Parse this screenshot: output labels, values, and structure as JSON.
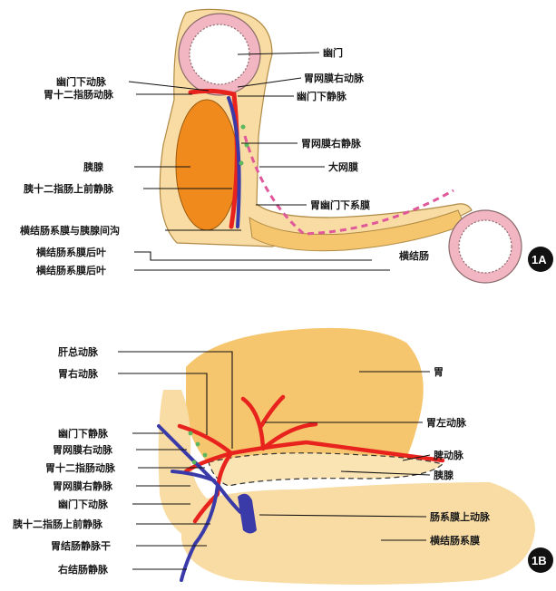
{
  "figure_a": {
    "badge": "1A",
    "labels": {
      "pylorus": "幽门",
      "inf_pyloric_artery": "幽门下动脉",
      "gastroduodenal_artery": "胃十二指肠动脉",
      "right_gastroepiploic_artery": "胃网膜右动脉",
      "inf_pyloric_vein": "幽门下静脉",
      "right_gastroepiploic_vein": "胃网膜右静脉",
      "pancreas": "胰腺",
      "greater_omentum": "大网膜",
      "aspd_vein": "胰十二指肠上前静脉",
      "gastropyloric_mesentery": "胃幽门下系膜",
      "mesocolon_pancreas_groove": "横结肠系膜与胰腺间沟",
      "transverse_colon": "横结肠",
      "mesocolon_post_leaf_1": "横结肠系膜后叶",
      "mesocolon_post_leaf_2": "横结肠系膜后叶"
    }
  },
  "figure_b": {
    "badge": "1B",
    "labels": {
      "common_hepatic_artery": "肝总动脉",
      "right_gastric_artery": "胃右动脉",
      "stomach": "胃",
      "left_gastric_artery": "胃左动脉",
      "inf_pyloric_vein": "幽门下静脉",
      "right_gastroepiploic_artery": "胃网膜右动脉",
      "gastroduodenal_artery": "胃十二指肠动脉",
      "right_gastroepiploic_vein": "胃网膜右静脉",
      "inf_pyloric_artery": "幽门下动脉",
      "aspd_vein": "胰十二指肠上前静脉",
      "gastrocolic_trunk": "胃结肠静脉干",
      "right_colic_vein": "右结肠静脉",
      "splenic_artery": "脾动脉",
      "pancreas": "胰腺",
      "sma": "肠系膜上动脉",
      "transverse_mesocolon": "横结肠系膜"
    }
  },
  "colors": {
    "artery": "#e8231e",
    "vein": "#3a3aa8",
    "fat": "#f6c66e",
    "fat_light": "#f9dca4",
    "pancreas": "#f08a1c",
    "mucosa": "#f2b5c2",
    "mesentery_dash": "#e0579a",
    "lymph": "#5cb85c",
    "badge": "#111111"
  }
}
